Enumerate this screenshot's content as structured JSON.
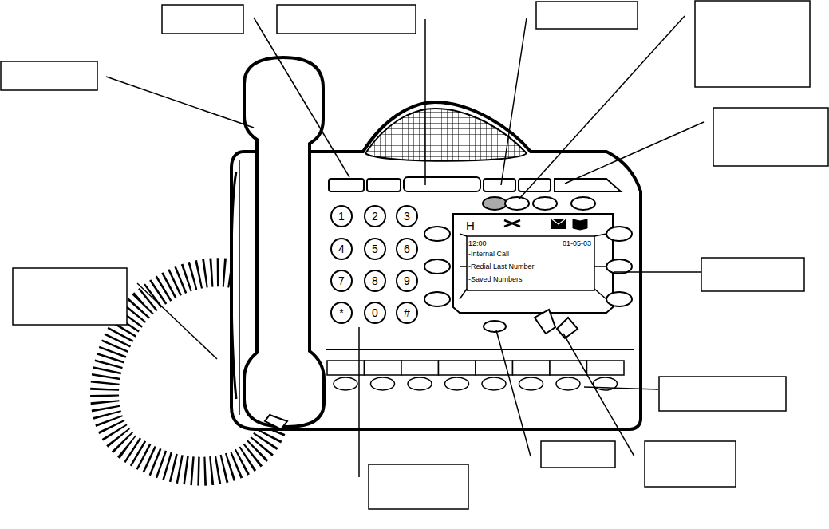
{
  "diagram": {
    "nodes": [
      {
        "text": [
          "1"
        ]
      },
      {
        "text": [
          "2"
        ]
      },
      {
        "text": [
          "3"
        ]
      },
      {
        "text": [
          "4"
        ]
      },
      {
        "text": [
          "5"
        ]
      },
      {
        "text": [
          "6"
        ]
      },
      {
        "text": [
          "7"
        ]
      },
      {
        "text": [
          "8"
        ]
      },
      {
        "text": [
          "9"
        ]
      },
      {
        "text": [
          "*"
        ]
      },
      {
        "text": [
          "0"
        ]
      },
      {
        "text": [
          "#"
        ]
      },
      {
        "text": [
          "H",
          "12:00",
          "01-05-03",
          "-Internal Call",
          "-Redial Last Number",
          "-Saved Numbers"
        ]
      }
    ]
  }
}
